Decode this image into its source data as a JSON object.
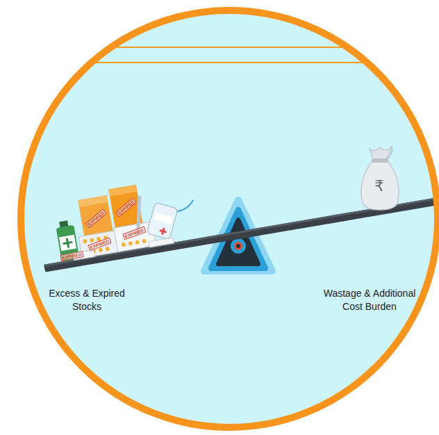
{
  "diagram": {
    "labels": [
      "Excess & Expired Stocks",
      "Wastage & Additional Cost Burden",
      "EXPIRED",
      "EXPIRED",
      "EXPIRED",
      "EXPIRED",
      "EXPIRED",
      "₹"
    ]
  }
}
